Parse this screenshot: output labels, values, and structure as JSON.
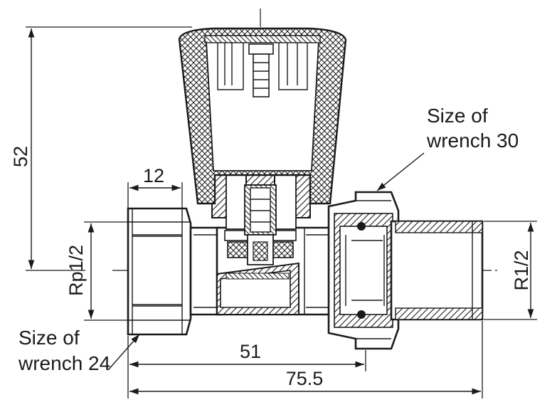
{
  "dimensions": {
    "height_total": "52",
    "handle_width": "12",
    "inlet_thread": "Rp1/2",
    "outlet_thread": "R1/2",
    "body_length": "51",
    "overall_length": "75.5"
  },
  "callouts": {
    "wrench_30_line1": "Size of",
    "wrench_30_line2": "wrench 30",
    "wrench_24_line1": "Size of",
    "wrench_24_line2": "wrench 24"
  },
  "colors": {
    "ink": "#1a1a1a",
    "background": "#ffffff"
  }
}
